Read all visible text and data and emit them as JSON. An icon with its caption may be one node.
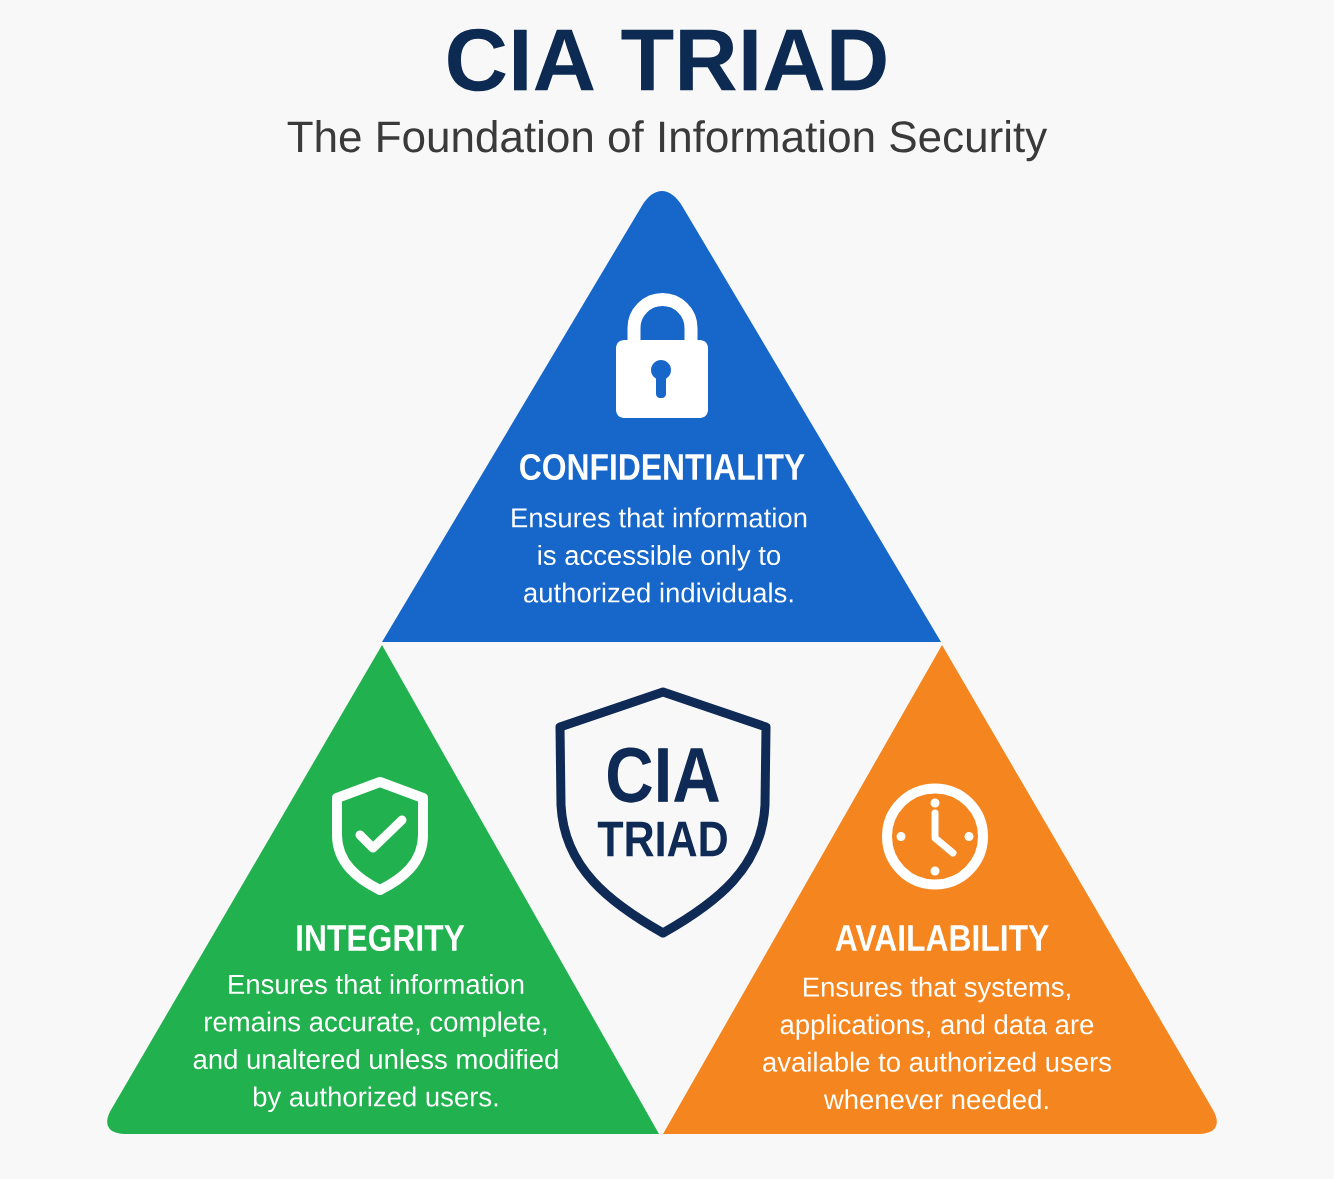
{
  "diagram": {
    "title": "CIA TRIAD",
    "nodes": [
      {
        "text": [
          "CONFIDENTIALITY",
          "Ensures that information is accessible only to authorized individuals."
        ]
      },
      {
        "text": [
          "INTEGRITY",
          "Ensures that information remains accurate, complete, and unaltered unless modified by authorized users."
        ]
      },
      {
        "text": [
          "CIA",
          "TRIAD"
        ]
      },
      {
        "text": [
          "AVAILABILITY",
          "Ensures that systems, applications, and data are available to authorized users whenever needed."
        ]
      }
    ],
    "labels": [
      "The Foundation of Information Security"
    ]
  }
}
